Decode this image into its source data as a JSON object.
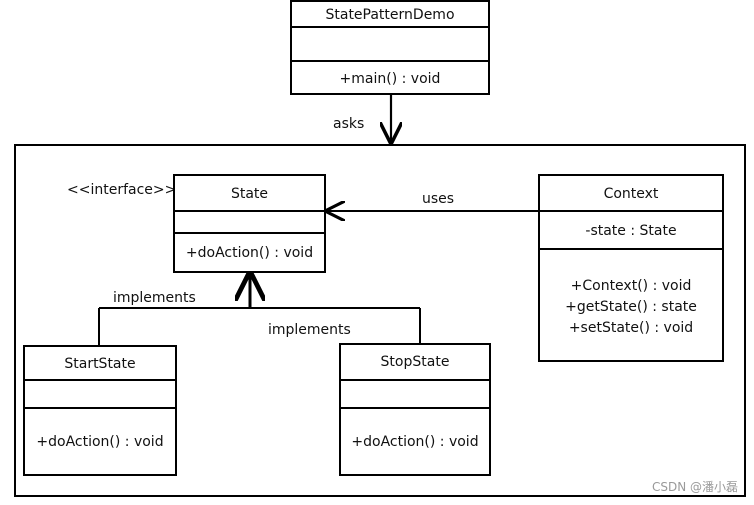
{
  "diagram": {
    "top_class": {
      "name": "StatePatternDemo",
      "attributes": [],
      "methods": [
        "+main()  : void"
      ]
    },
    "top_arrow_label": "asks",
    "state_interface": {
      "stereotype": "<<interface>>",
      "name": "State",
      "attributes": [],
      "methods": [
        "+doAction()  : void"
      ]
    },
    "context_class": {
      "name": "Context",
      "attributes": [
        "-state : State"
      ],
      "methods": [
        "+Context()  : void",
        "+getState() : state",
        "+setState()  : void"
      ]
    },
    "uses_label": "uses",
    "implements_left_label": "implements",
    "implements_right_label": "implements",
    "start_state": {
      "name": "StartState",
      "attributes": [],
      "methods": [
        "+doAction()  : void"
      ]
    },
    "stop_state": {
      "name": "StopState",
      "attributes": [],
      "methods": [
        "+doAction()  : void"
      ]
    }
  },
  "watermark": "CSDN @潘小磊"
}
